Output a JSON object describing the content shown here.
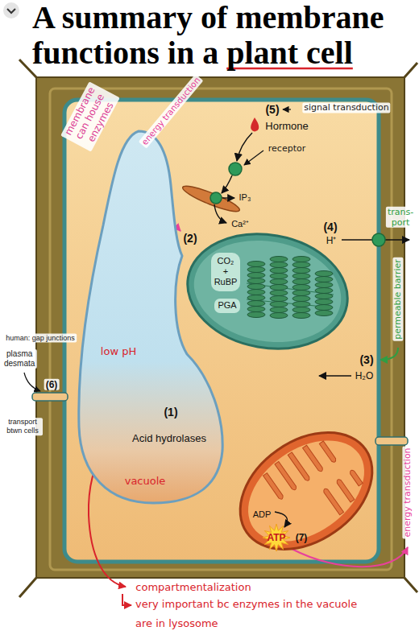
{
  "diagram": {
    "title": "A summary of membrane functions in a plant cell",
    "nodes": [
      {
        "text": [
          "(1)",
          "Acid hydrolases",
          "low pH",
          "vacuole"
        ]
      },
      {
        "text": [
          "CO₂ + RuBP",
          "PGA"
        ]
      },
      {
        "text": [
          "ADP",
          "ATP"
        ]
      }
    ],
    "labels": [
      "(5)",
      "signal transduction",
      "Hormone",
      "receptor",
      "IP₃",
      "Ca²⁺",
      "(4)",
      "H⁺",
      "trans- port",
      "permeable barrier",
      "(3)",
      "H₂O",
      "(2)",
      "membrane can house enzymes",
      "energy transduction",
      "human: gap junctions",
      "plasma desmata",
      "(6)",
      "transport btwn cells",
      "(7)",
      "energy transduction",
      "compartmentalization",
      "very important bc enzymes in the vacuole are in lysosome"
    ]
  }
}
